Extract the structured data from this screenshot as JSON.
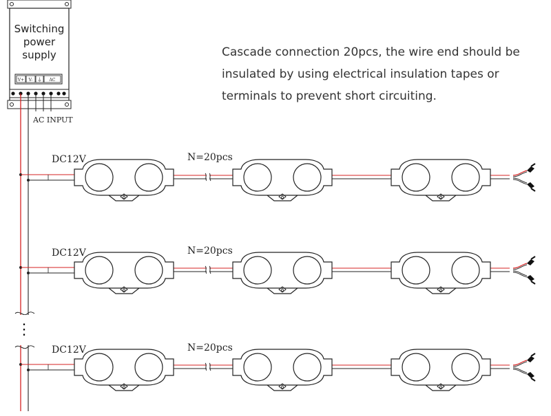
{
  "power_supply": {
    "title_lines": [
      "Switching",
      "power",
      "supply"
    ],
    "terminals": [
      "V+",
      "V-",
      "⏚",
      "AC"
    ],
    "ac_input_label": "AC INPUT"
  },
  "note": {
    "lines": [
      "Cascade connection 20pcs, the wire end should be",
      "insulated by using electrical insulation tapes or",
      "terminals to prevent short circuiting."
    ]
  },
  "strings": [
    {
      "voltage_label": "DC12V",
      "count_label": "N=20pcs"
    },
    {
      "voltage_label": "DC12V",
      "count_label": "N=20pcs"
    },
    {
      "voltage_label": "DC12V",
      "count_label": "N=20pcs"
    }
  ],
  "continuation": "⋮",
  "colors": {
    "positive_wire": "#d62020",
    "line": "#222222",
    "note_text": "#333333"
  },
  "icons": [
    "psu-box-icon",
    "led-module-icon",
    "wire-break-icon",
    "wire-end-terminal-icon"
  ]
}
